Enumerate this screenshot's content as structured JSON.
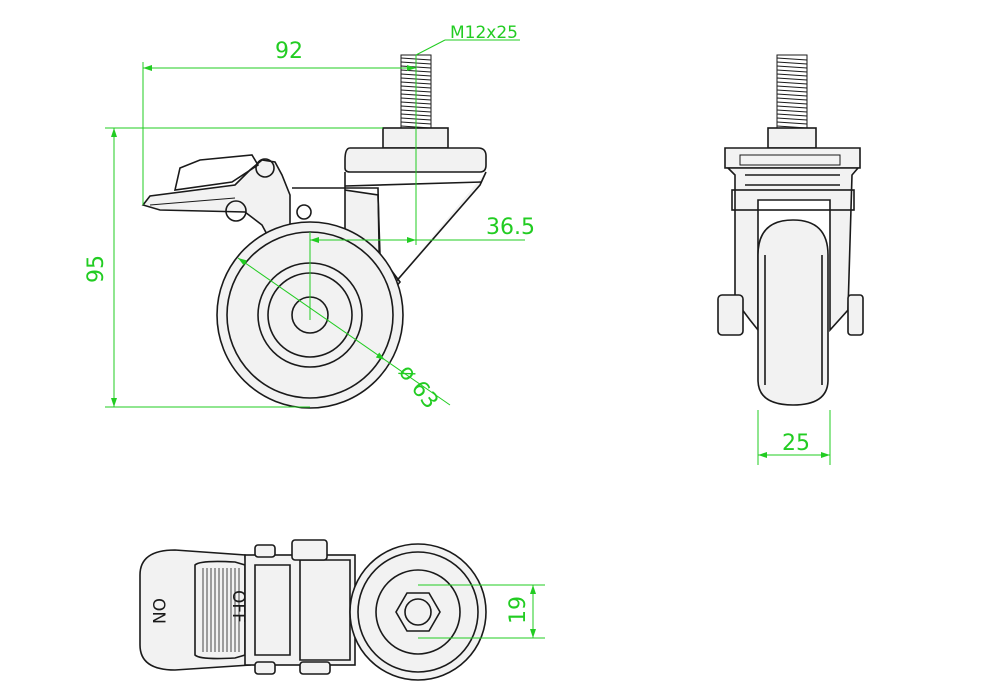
{
  "colors": {
    "dimension": "#22cc22",
    "outline": "#1a1a1a",
    "background": "#ffffff"
  },
  "dimensions": {
    "thread": "M12x25",
    "offset_width": "92",
    "height": "95",
    "swivel_offset": "36.5",
    "wheel_diameter": "ø 63",
    "wheel_width": "25",
    "hex_size": "19"
  },
  "brake_labels": {
    "on": "ON",
    "off": "OFF"
  }
}
